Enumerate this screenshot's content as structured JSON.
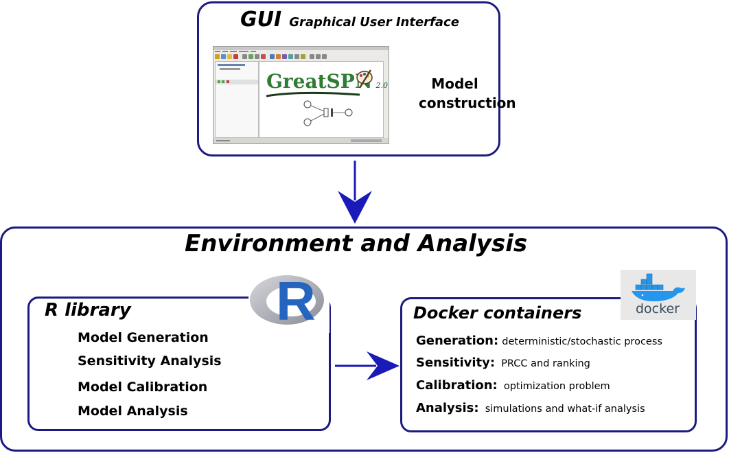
{
  "gui": {
    "title": "GUI",
    "subtitle": "Graphical User Interface",
    "side_label_line1": "Model",
    "side_label_line2": "construction",
    "logo_word": "GreatSPN",
    "logo_version": "2.0"
  },
  "environment": {
    "title": "Environment and Analysis"
  },
  "r_library": {
    "title": "R library",
    "logo_letter": "R",
    "items": [
      "Model Generation",
      "Sensitivity Analysis",
      "Model Calibration",
      "Model Analysis"
    ]
  },
  "docker": {
    "title": "Docker containers",
    "logo_word": "docker",
    "rows": [
      {
        "label": "Generation:",
        "text": "deterministic/stochastic process"
      },
      {
        "label": "Sensitivity:",
        "text": "PRCC and ranking"
      },
      {
        "label": "Calibration:",
        "text": "optimization problem"
      },
      {
        "label": "Analysis:",
        "text": "simulations and what-if analysis"
      }
    ]
  },
  "colors": {
    "border": "#1a1a80",
    "arrow": "#1a1ab8",
    "r_blue": "#2565c0",
    "docker_blue": "#2496ed"
  }
}
